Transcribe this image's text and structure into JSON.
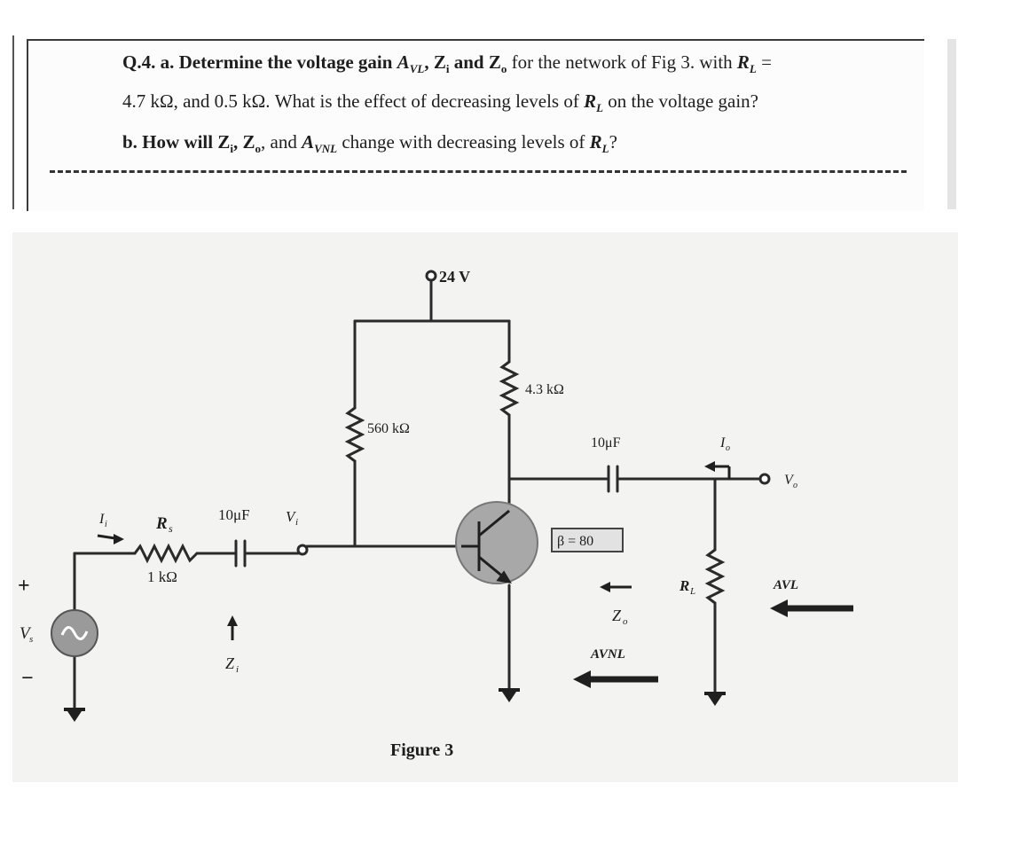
{
  "question": {
    "line1_prefix": "Q.4. a. Determine the voltage gain ",
    "line1_avl": "A",
    "line1_avl_sub": "VL",
    "line1_mid": ", Z",
    "line1_zi_sub": "i",
    "line1_and": " and Z",
    "line1_zo_sub": "o",
    "line1_rest": " for the network of Fig 3. with ",
    "line1_rl": "R",
    "line1_rl_sub": "L",
    "line1_eq": " =",
    "line2_start": "4.7 kΩ, and 0.5 kΩ. What is the effect of decreasing levels of ",
    "line2_rl": "R",
    "line2_rl_sub": "L",
    "line2_end": " on the voltage gain?",
    "line3_start": "b. How will Z",
    "line3_zi_sub": "i",
    "line3_mid1": ", Z",
    "line3_zo_sub": "o",
    "line3_mid2": ", and ",
    "line3_avnl": "A",
    "line3_avnl_sub": "VNL",
    "line3_mid3": " change with decreasing levels of ",
    "line3_rl": "R",
    "line3_rl_sub": "L",
    "line3_end": "?"
  },
  "circuit": {
    "supply": "24 V",
    "rb": "560 kΩ",
    "rc": "4.3 kΩ",
    "cin": "10μF",
    "cout": "10μF",
    "rs_name": "R",
    "rs_sub": "s",
    "rs_value": "1 kΩ",
    "beta": "β = 80",
    "rl_name": "R",
    "rl_sub": "L",
    "vs": "V",
    "vs_sub": "s",
    "vi": "V",
    "vi_sub": "i",
    "vo": "V",
    "vo_sub": "o",
    "ii": "I",
    "ii_sub": "i",
    "io": "I",
    "io_sub": "o",
    "zi": "Z",
    "zi_sub": "i",
    "zo": "Z",
    "zo_sub": "o",
    "avnl": "AVNL",
    "avl": "AVL",
    "plus": "+",
    "minus": "−",
    "caption": "Figure 3"
  },
  "colors": {
    "ink": "#1d1d1d",
    "wire": "#2a2a2a",
    "transistor_fill": "#a8a8a8",
    "source_fill": "#9a9a9a"
  }
}
